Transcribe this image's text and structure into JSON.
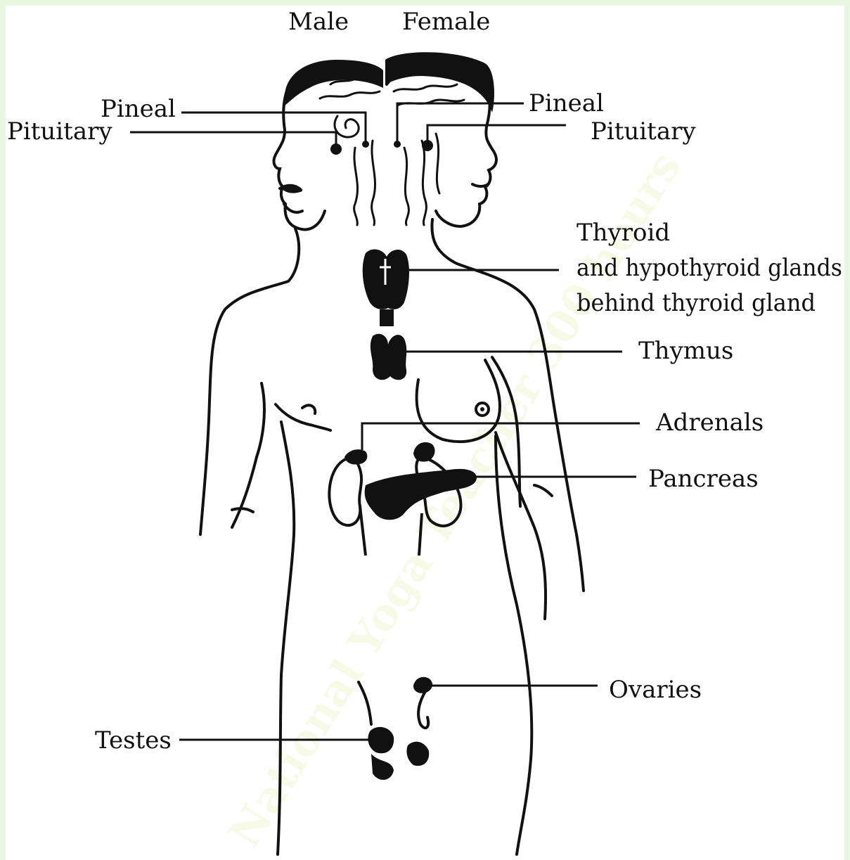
{
  "header": {
    "male": "Male",
    "female": "Female"
  },
  "labels": {
    "pineal_left": "Pineal",
    "pituitary_left": "Pituitary",
    "pineal_right": "Pineal",
    "pituitary_right": "Pituitary",
    "thyroid_line1": "Thyroid",
    "thyroid_line2": "and hypothyroid glands",
    "thyroid_line3": "behind thyroid gland",
    "thymus": "Thymus",
    "adrenals": "Adrenals",
    "pancreas": "Pancreas",
    "ovaries": "Ovaries",
    "testes": "Testes"
  },
  "watermark": "National Yoga Teacher 300 hours",
  "colors": {
    "background": "#e7f7e2",
    "panel": "#ffffff",
    "ink": "#111111",
    "watermark": "#eef5c8"
  }
}
